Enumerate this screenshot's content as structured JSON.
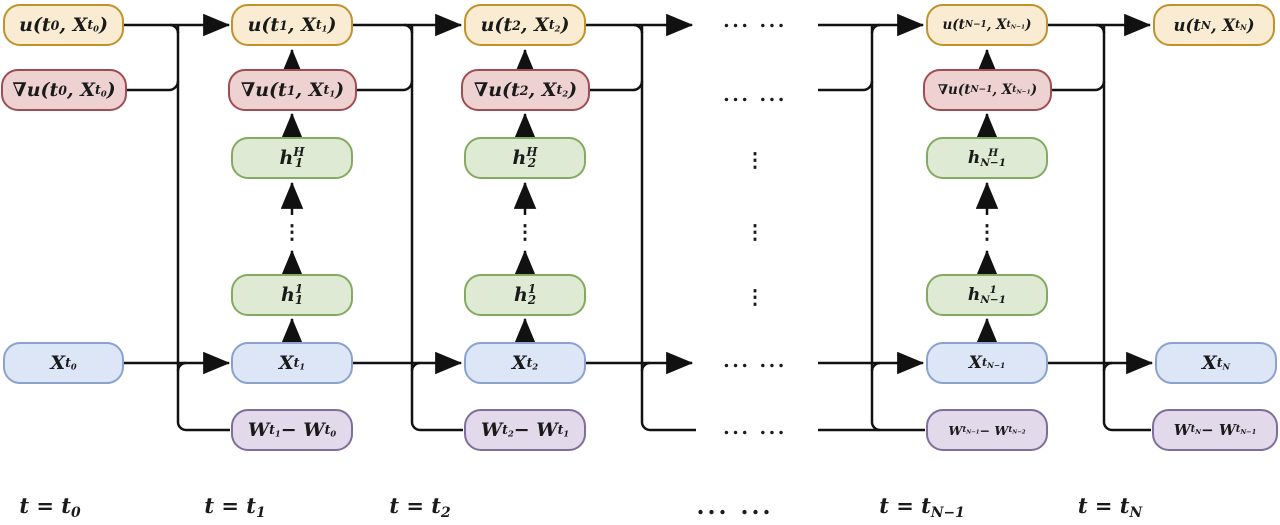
{
  "diagram": {
    "description": "Recurrent deep-learning architecture unrolled over time steps t0..tN (deep BSDE solver style network)",
    "colors": {
      "line": "#111111",
      "u_fill": "#f9ecd2",
      "u_border": "#c0922c",
      "grad_fill": "#eed2d2",
      "grad_border": "#a04d52",
      "h_fill": "#dfead4",
      "h_border": "#84aa61",
      "x_fill": "#dce6f7",
      "x_border": "#8ba2cf",
      "w_fill": "#e2d9eb",
      "w_border": "#806e9a"
    },
    "columns": [
      {
        "id": "t0",
        "time_label": "t = t_{0}",
        "u": "u(t_{0}, X_{t_{0}})",
        "grad": "∇u(t_{0}, X_{t_{0}})",
        "x": "X_{t_{0}}"
      },
      {
        "id": "t1",
        "time_label": "t = t_{1}",
        "u": "u(t_{1}, X_{t_{1}})",
        "grad": "∇u(t_{1}, X_{t_{1}})",
        "h_top": "h^{H}_{1}",
        "h_bottom": "h^{1}_{1}",
        "stack_dots": "⋮",
        "x": "X_{t_{1}}",
        "w": "W_{t_{1}} − W_{t_{0}}"
      },
      {
        "id": "t2",
        "time_label": "t = t_{2}",
        "u": "u(t_{2}, X_{t_{2}})",
        "grad": "∇u(t_{2}, X_{t_{2}})",
        "h_top": "h^{H}_{2}",
        "h_bottom": "h^{1}_{2}",
        "stack_dots": "⋮",
        "x": "X_{t_{2}}",
        "w": "W_{t_{2}} − W_{t_{1}}"
      },
      {
        "id": "tN-1",
        "time_label": "t = t_{N−1}",
        "u": "u(t_{N−1}, X_{t_{N−1}})",
        "grad": "∇u(t_{N−1}, X_{t_{N−1}})",
        "h_top": "h^{H}_{N−1}",
        "h_bottom": "h^{1}_{N−1}",
        "stack_dots": "⋮",
        "x": "X_{t_{N−1}}",
        "w": "W_{t_{N−1}} − W_{t_{N−2}}"
      },
      {
        "id": "tN",
        "time_label": "t = t_{N}",
        "u": "u(t_{N}, X_{t_{N}})",
        "x": "X_{t_{N}}",
        "w": "W_{t_{N}} − W_{t_{N−1}}"
      }
    ],
    "ellipsis_column": {
      "row_u": "... ...",
      "row_grad": "... ...",
      "row_h_top": "⋮",
      "row_mid": "⋮",
      "row_h_bottom": "⋮",
      "row_x": "... ...",
      "row_w": "... ...",
      "time_label": "... ..."
    }
  }
}
